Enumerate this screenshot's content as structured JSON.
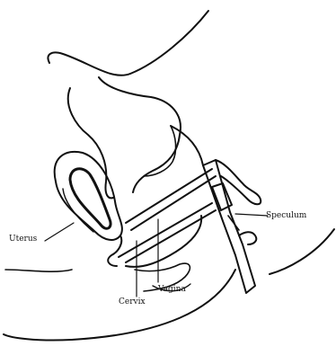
{
  "labels": {
    "uterus": "Uterus",
    "speculum": "Speculum",
    "cervix": "Cervix",
    "vagina": "Vagina"
  },
  "colors": {
    "ink": "#111111",
    "background": "#ffffff"
  }
}
